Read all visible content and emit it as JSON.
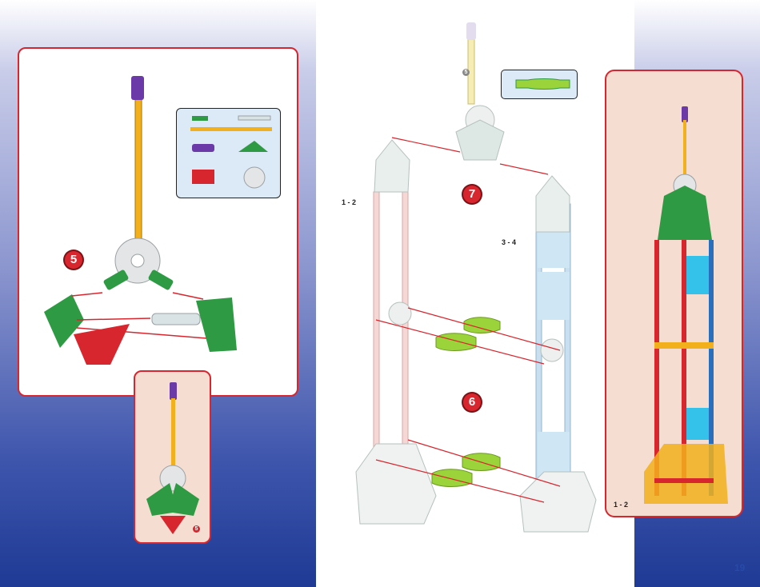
{
  "steps": {
    "step5": "5",
    "step6": "6",
    "step7": "7"
  },
  "labels": {
    "left_ref": "5",
    "top_ref": "5",
    "tower_ref_left": "1 - 2",
    "tower_ref_right": "3 - 4",
    "final_ref": "1 - 2"
  },
  "page_number": "19",
  "colors": {
    "accent": "#d8262e",
    "rod_yellow": "#f2b01c",
    "connector_green": "#2e9a43",
    "connector_red": "#d8262e",
    "cap_purple": "#6b3aa8",
    "clear_part": "#d9e3e6",
    "lime": "#9ad43a",
    "background_blue": "#1e3a94"
  },
  "icons": [
    "rod-icon",
    "connector-icon",
    "hub-icon",
    "end-cap-icon",
    "arrow-icon"
  ]
}
